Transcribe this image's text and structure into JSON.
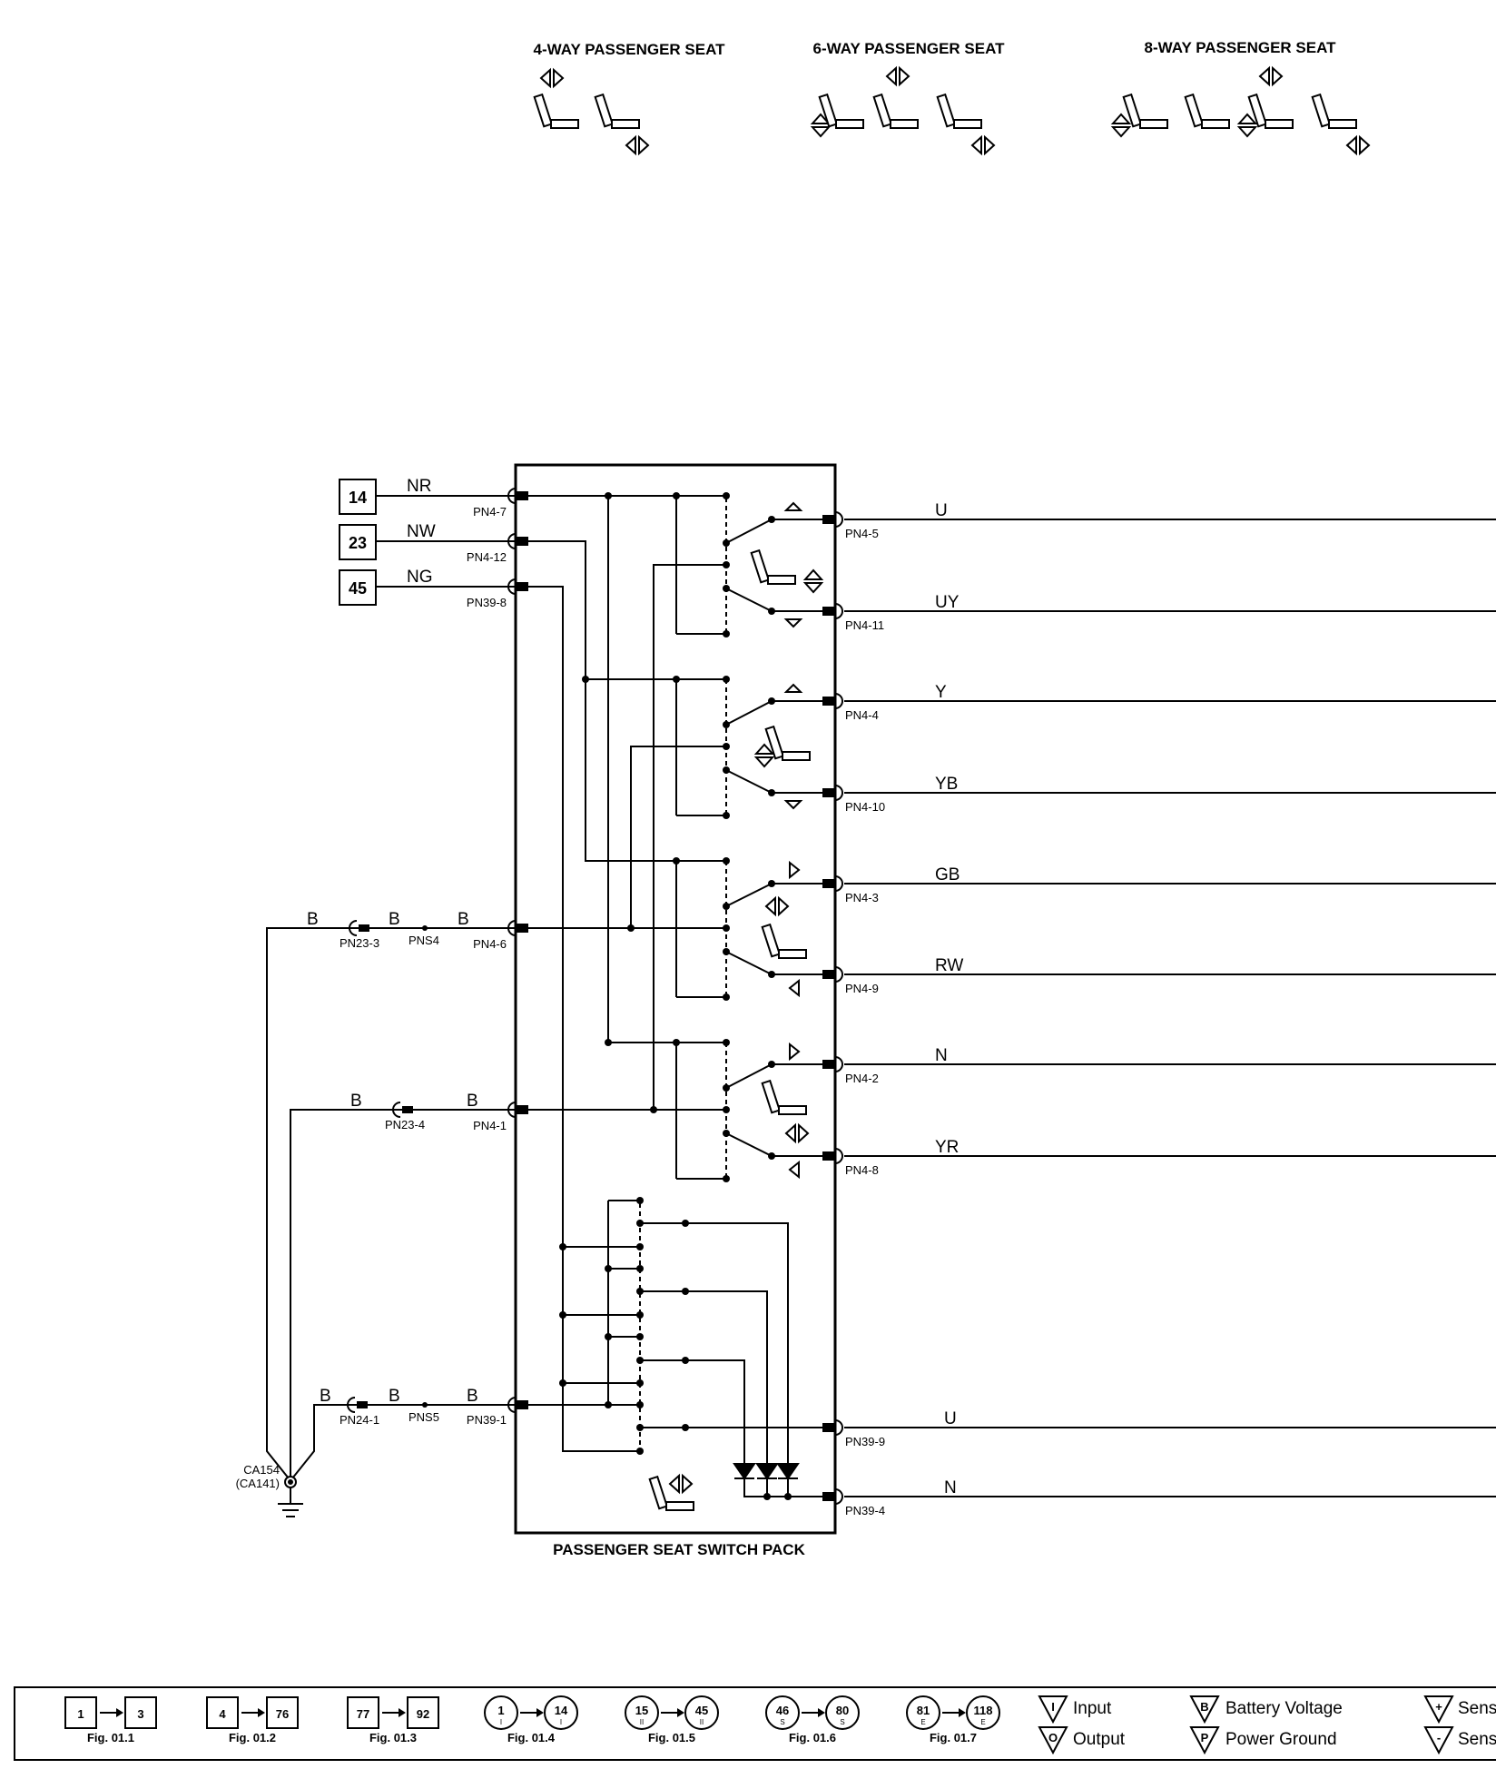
{
  "headings": {
    "way4": "4-WAY PASSENGER SEAT",
    "way6": "6-WAY PASSENGER SEAT",
    "way8": "8-WAY PASSENGER SEAT",
    "switch_pack": "PASSENGER SEAT SWITCH PACK"
  },
  "inputs": [
    {
      "ref": "14",
      "wire": "NR",
      "pin": "PN4-7"
    },
    {
      "ref": "23",
      "wire": "NW",
      "pin": "PN4-12"
    },
    {
      "ref": "45",
      "wire": "NG",
      "pin": "PN39-8"
    }
  ],
  "grounds": [
    {
      "wire_a": "B",
      "conn": "PN23-3",
      "wire_b": "B",
      "splice": "PNS4",
      "wire_c": "B",
      "pin": "PN4-6"
    },
    {
      "wire_a": "B",
      "conn": "PN23-4",
      "wire_c": "B",
      "pin": "PN4-1"
    },
    {
      "wire_a": "B",
      "conn": "PN24-1",
      "wire_b": "B",
      "splice": "PNS5",
      "wire_c": "B",
      "pin": "PN39-1"
    }
  ],
  "ground_point": {
    "id": "CA154",
    "alt": "(CA141)"
  },
  "outputs": [
    {
      "pin": "PN4-5",
      "wire": "U"
    },
    {
      "pin": "PN4-11",
      "wire": "UY"
    },
    {
      "pin": "PN4-4",
      "wire": "Y"
    },
    {
      "pin": "PN4-10",
      "wire": "YB"
    },
    {
      "pin": "PN4-3",
      "wire": "GB"
    },
    {
      "pin": "PN4-9",
      "wire": "RW"
    },
    {
      "pin": "PN4-2",
      "wire": "N"
    },
    {
      "pin": "PN4-8",
      "wire": "YR"
    },
    {
      "pin": "PN39-9",
      "wire": "U"
    },
    {
      "pin": "PN39-4",
      "wire": "N"
    }
  ],
  "legend": {
    "figs": [
      {
        "type": "box",
        "from": "1",
        "to": "3",
        "fig": "Fig. 01.1"
      },
      {
        "type": "box",
        "from": "4",
        "to": "76",
        "fig": "Fig. 01.2"
      },
      {
        "type": "box",
        "from": "77",
        "to": "92",
        "fig": "Fig. 01.3"
      },
      {
        "type": "circle",
        "from": "1",
        "to": "14",
        "sub": "I",
        "fig": "Fig. 01.4"
      },
      {
        "type": "circle",
        "from": "15",
        "to": "45",
        "sub": "II",
        "fig": "Fig. 01.5"
      },
      {
        "type": "circle",
        "from": "46",
        "to": "80",
        "sub": "S",
        "fig": "Fig. 01.6"
      },
      {
        "type": "circle",
        "from": "81",
        "to": "118",
        "sub": "E",
        "fig": "Fig. 01.7"
      }
    ],
    "symbols": [
      {
        "glyph": "I",
        "label": "Input"
      },
      {
        "glyph": "O",
        "label": "Output"
      },
      {
        "glyph": "B",
        "label": "Battery Voltage"
      },
      {
        "glyph": "P",
        "label": "Power Ground"
      },
      {
        "glyph": "+",
        "label": "Sens"
      },
      {
        "glyph": "-",
        "label": "Sens"
      }
    ]
  }
}
